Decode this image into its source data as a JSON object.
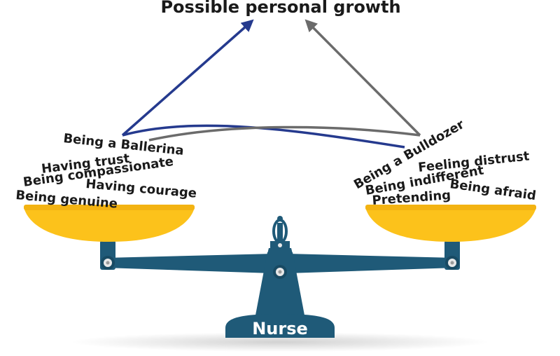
{
  "title": "Possible personal growth",
  "base_label": "Nurse",
  "left_pan": {
    "items": [
      "Being a Ballerina",
      "Having trust",
      "Being compassionate",
      "Having courage",
      "Being genuine"
    ]
  },
  "right_pan": {
    "items": [
      "Being a Bulldozer",
      "Feeling distrust",
      "Being indifferent",
      "Being afraid",
      "Pretending"
    ]
  },
  "colors": {
    "scale_body": "#1f5a78",
    "scale_dark": "#184a63",
    "pan_fill": "#fcc21b",
    "pan_rim": "#f3b312",
    "arrow_left": "#253a8e",
    "arrow_right": "#6b6b6b",
    "text": "#1a1a1a"
  }
}
